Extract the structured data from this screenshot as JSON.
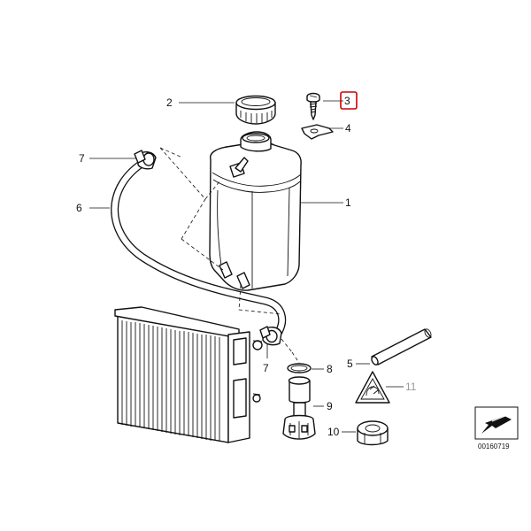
{
  "callouts": [
    {
      "id": "1",
      "text": "1"
    },
    {
      "id": "2",
      "text": "2"
    },
    {
      "id": "3",
      "text": "3",
      "highlight": "#cc0000"
    },
    {
      "id": "4",
      "text": "4"
    },
    {
      "id": "5",
      "text": "5"
    },
    {
      "id": "6",
      "text": "6"
    },
    {
      "id": "7a",
      "text": "7"
    },
    {
      "id": "7b",
      "text": "7"
    },
    {
      "id": "8",
      "text": "8"
    },
    {
      "id": "9",
      "text": "9"
    },
    {
      "id": "10",
      "text": "10"
    },
    {
      "id": "11",
      "text": "11",
      "color": "#9a9a9a"
    }
  ],
  "diagram_number": "00160719"
}
